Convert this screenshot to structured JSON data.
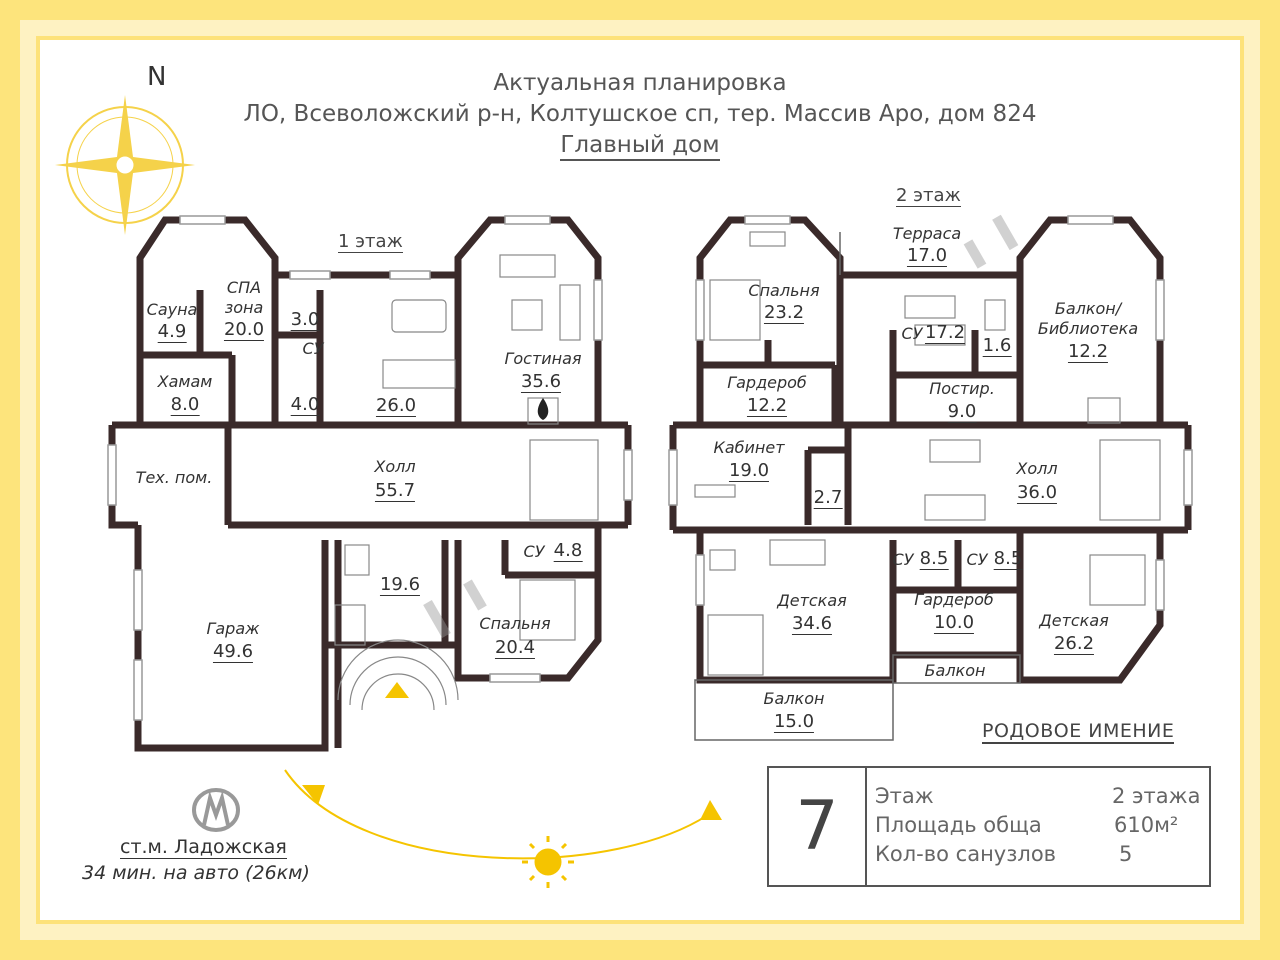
{
  "header": {
    "line1": "Актуальная планировка",
    "line2": "ЛО, Всеволожский р-н, Колтушское сп, тер. Массив Аро, дом 824",
    "line3": "Главный дом"
  },
  "compass": {
    "north_label": "N"
  },
  "floor1": {
    "label": "1 этаж",
    "rooms": [
      {
        "name": "Сауна",
        "area": "4.9"
      },
      {
        "name": "СПА зона",
        "area": "20.0"
      },
      {
        "name": "Хамам",
        "area": "8.0"
      },
      {
        "name": "",
        "area": "3.0"
      },
      {
        "name": "СУ",
        "area": ""
      },
      {
        "name": "",
        "area": "4.0"
      },
      {
        "name": "",
        "area": "26.0"
      },
      {
        "name": "Гостиная",
        "area": "35.6"
      },
      {
        "name": "Тех. пом.",
        "area": ""
      },
      {
        "name": "Холл",
        "area": "55.7"
      },
      {
        "name": "Гараж",
        "area": "49.6"
      },
      {
        "name": "",
        "area": "19.6"
      },
      {
        "name": "СУ",
        "area": "4.8"
      },
      {
        "name": "Спальня",
        "area": "20.4"
      }
    ]
  },
  "floor2": {
    "label": "2 этаж",
    "rooms": [
      {
        "name": "Терраса",
        "area": "17.0"
      },
      {
        "name": "Спальня",
        "area": "23.2"
      },
      {
        "name": "СУ",
        "area": "17.2"
      },
      {
        "name": "",
        "area": "1.6"
      },
      {
        "name": "Балкон/ Библиотека",
        "area": "12.2"
      },
      {
        "name": "Гардероб",
        "area": "12.2"
      },
      {
        "name": "Постир.",
        "area": "9.0"
      },
      {
        "name": "Кабинет",
        "area": "19.0"
      },
      {
        "name": "",
        "area": "2.7"
      },
      {
        "name": "Холл",
        "area": "36.0"
      },
      {
        "name": "СУ",
        "area": "8.5"
      },
      {
        "name": "СУ",
        "area": "8.5"
      },
      {
        "name": "Детская",
        "area": "34.6"
      },
      {
        "name": "Гардероб",
        "area": "10.0"
      },
      {
        "name": "Детская",
        "area": "26.2"
      },
      {
        "name": "Балкон",
        "area": ""
      },
      {
        "name": "Балкон",
        "area": "15.0"
      }
    ]
  },
  "metro": {
    "station": "ст.м. Ладожская",
    "travel": "34 мин. на авто (26км)"
  },
  "estate_name": "РОДОВОЕ ИМЕНИЕ",
  "info": {
    "number": "7",
    "rows": [
      {
        "label": "Этаж",
        "value": "2 этажа"
      },
      {
        "label": "Площадь общa",
        "value": "610м²"
      },
      {
        "label": "Кол-во санузлов",
        "value": "5"
      }
    ]
  },
  "colors": {
    "frame": "#fde27a",
    "wall": "#3a2a2a",
    "accent": "#f5c400",
    "text": "#333333"
  }
}
